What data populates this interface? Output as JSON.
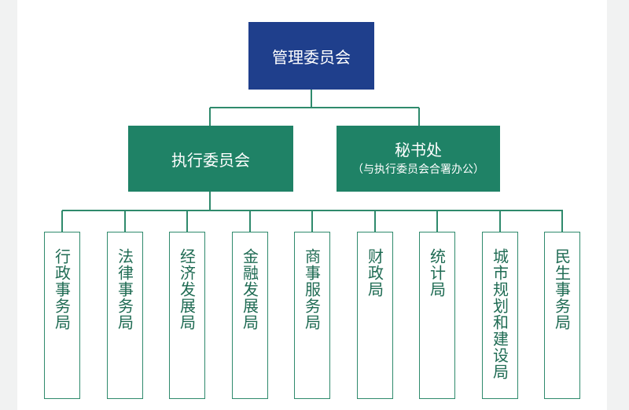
{
  "top": {
    "label": "管理委员会"
  },
  "executive": {
    "label": "执行委员会"
  },
  "secretariat": {
    "label": "秘书处",
    "note": "（与执行委员会合署办公）"
  },
  "bureaus": [
    "行政事务局",
    "法律事务局",
    "经济发展局",
    "金融发展局",
    "商事服务局",
    "财政局",
    "统计局",
    "城市规划和建设局",
    "民生事务局"
  ],
  "colors": {
    "top": "#1f3f8c",
    "green": "#1f8266",
    "border": "#2f8a6c",
    "text": "#1f6b53"
  }
}
